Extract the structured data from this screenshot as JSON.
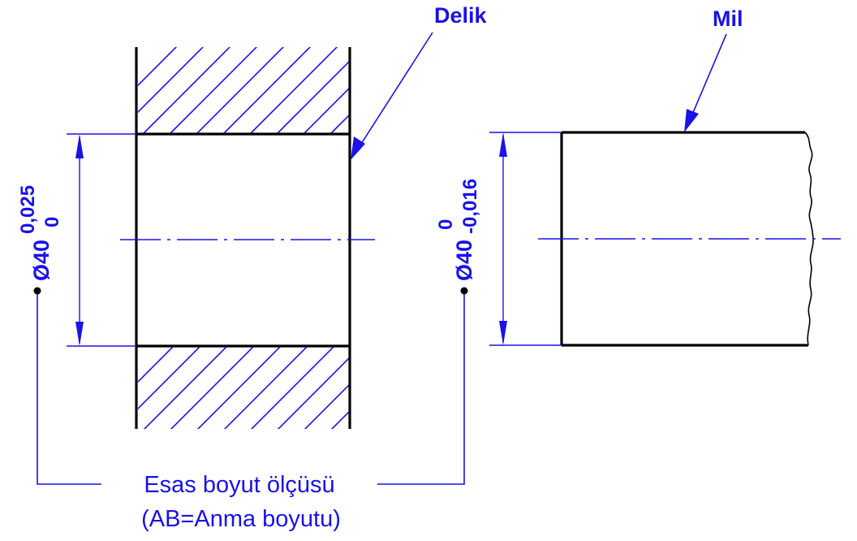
{
  "labels": {
    "hole": "Delik",
    "shaft": "Mil",
    "nominal_line1": "Esas boyut ölçüsü",
    "nominal_line2": "(AB=Anma boyutu)"
  },
  "hole_dimension": {
    "nominal": "Ø40",
    "upper_deviation": "0,025",
    "lower_deviation": "0"
  },
  "shaft_dimension": {
    "nominal": "Ø40",
    "upper_deviation": "0",
    "lower_deviation": "-0,016"
  },
  "colors": {
    "outline": "#000000",
    "annotation": "#1a12e6"
  }
}
